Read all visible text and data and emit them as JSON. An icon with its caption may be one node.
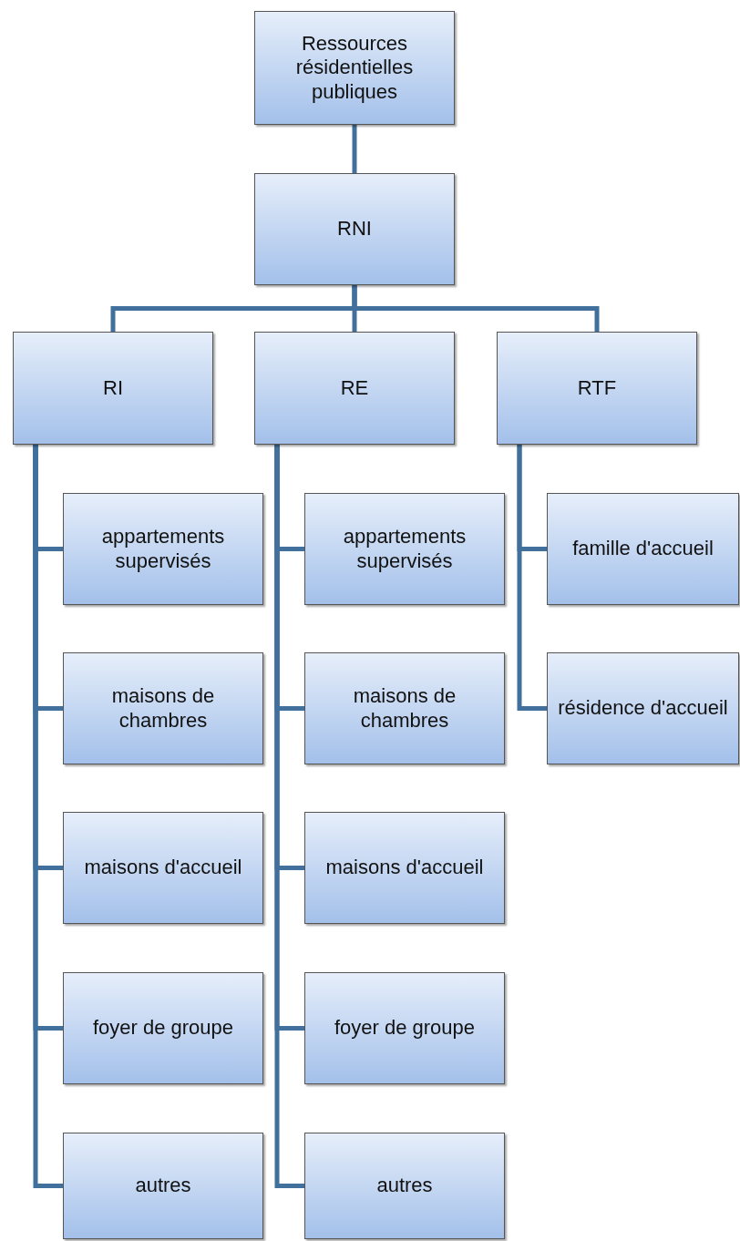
{
  "diagram": {
    "nodes": [
      {
        "text": [
          "Ressources résidentielles publiques"
        ]
      },
      {
        "text": [
          "RNI"
        ]
      },
      {
        "text": [
          "RI"
        ]
      },
      {
        "text": [
          "RE"
        ]
      },
      {
        "text": [
          "RTF"
        ]
      },
      {
        "text": [
          "appartements supervisés"
        ]
      },
      {
        "text": [
          "maisons de chambres"
        ]
      },
      {
        "text": [
          "maisons d'accueil"
        ]
      },
      {
        "text": [
          "foyer de groupe"
        ]
      },
      {
        "text": [
          "autres"
        ]
      },
      {
        "text": [
          "appartements supervisés"
        ]
      },
      {
        "text": [
          "maisons de chambres"
        ]
      },
      {
        "text": [
          "maisons d'accueil"
        ]
      },
      {
        "text": [
          "foyer de groupe"
        ]
      },
      {
        "text": [
          "autres"
        ]
      },
      {
        "text": [
          "famille d'accueil"
        ]
      },
      {
        "text": [
          "résidence d'accueil"
        ]
      }
    ],
    "edges": [
      {
        "from": 0,
        "to": 1,
        "arrow": "none"
      },
      {
        "from": 1,
        "to": 2,
        "arrow": "none"
      },
      {
        "from": 1,
        "to": 3,
        "arrow": "none"
      },
      {
        "from": 1,
        "to": 4,
        "arrow": "none"
      },
      {
        "from": 2,
        "to": 5,
        "arrow": "none"
      },
      {
        "from": 2,
        "to": 6,
        "arrow": "none"
      },
      {
        "from": 2,
        "to": 7,
        "arrow": "none"
      },
      {
        "from": 2,
        "to": 8,
        "arrow": "none"
      },
      {
        "from": 2,
        "to": 9,
        "arrow": "none"
      },
      {
        "from": 3,
        "to": 10,
        "arrow": "none"
      },
      {
        "from": 3,
        "to": 11,
        "arrow": "none"
      },
      {
        "from": 3,
        "to": 12,
        "arrow": "none"
      },
      {
        "from": 3,
        "to": 13,
        "arrow": "none"
      },
      {
        "from": 3,
        "to": 14,
        "arrow": "none"
      },
      {
        "from": 4,
        "to": 15,
        "arrow": "none"
      },
      {
        "from": 4,
        "to": 16,
        "arrow": "none"
      }
    ]
  }
}
